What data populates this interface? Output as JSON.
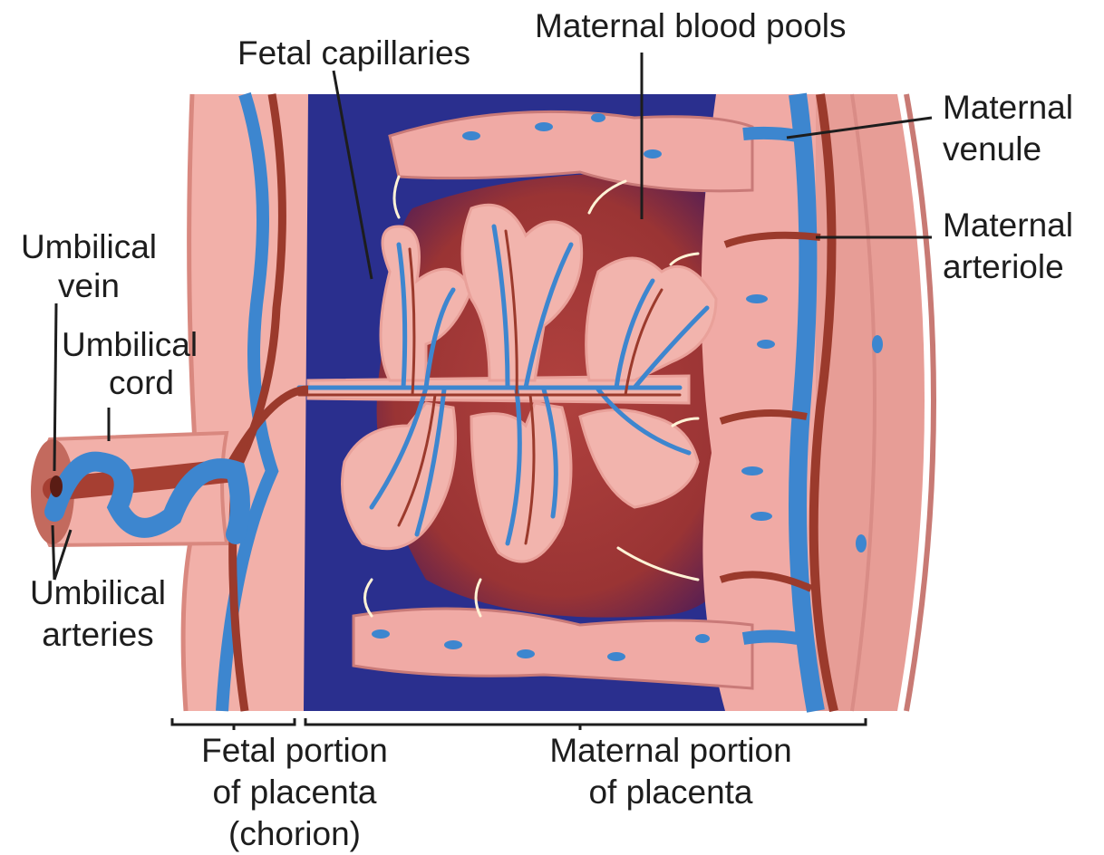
{
  "labels": {
    "fetal_capillaries": "Fetal capillaries",
    "maternal_blood_pools": "Maternal blood pools",
    "maternal_venule": [
      "Maternal",
      "venule"
    ],
    "maternal_arteriole": [
      "Maternal",
      "arteriole"
    ],
    "umbilical_vein": [
      "Umbilical",
      "vein"
    ],
    "umbilical_cord": [
      "Umbilical",
      "cord"
    ],
    "umbilical_arteries": [
      "Umbilical",
      "arteries"
    ],
    "fetal_portion": [
      "Fetal portion",
      "of placenta",
      "(chorion)"
    ],
    "maternal_portion": [
      "Maternal portion",
      "of placenta"
    ]
  },
  "colors": {
    "tissue_pink": "#f0aaa5",
    "maternal_blood": "#a53a38",
    "pool_blue": "#2a2f8e",
    "vein_blue": "#3d86cf",
    "artery_red": "#9b3a2c",
    "label_text": "#1d1d1d"
  }
}
